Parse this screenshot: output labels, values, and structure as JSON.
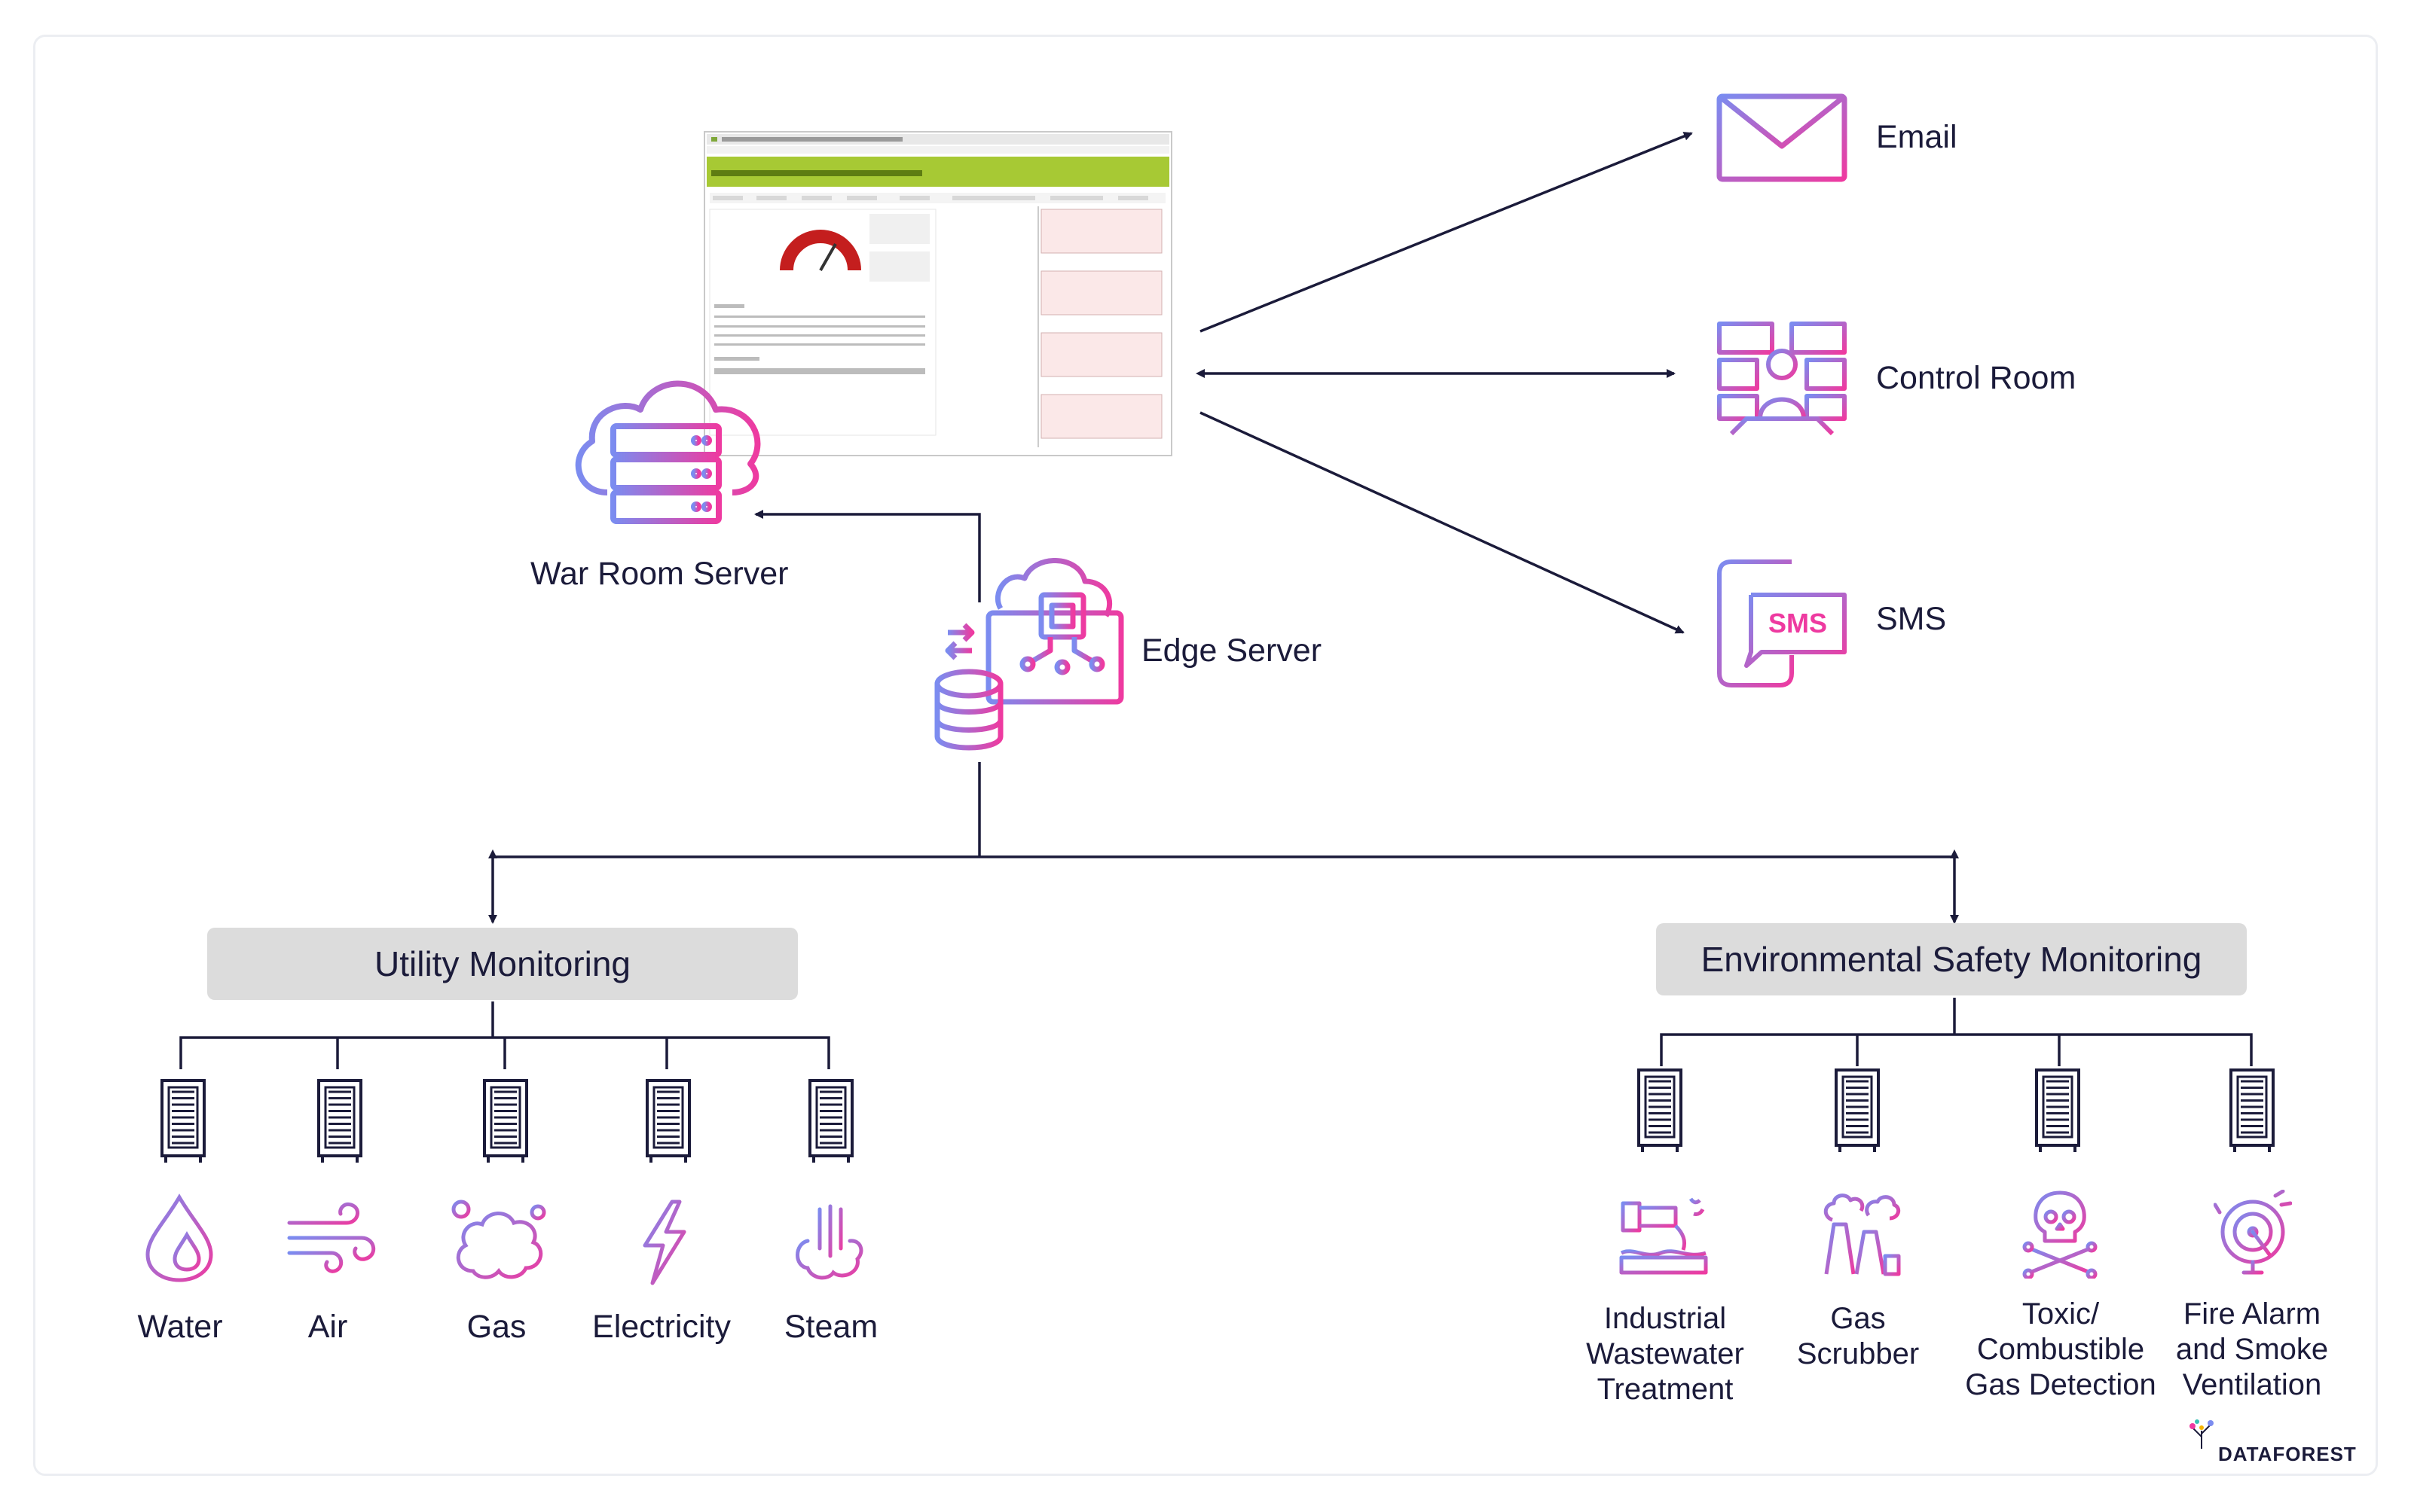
{
  "nodes": {
    "war_room_server": "War Room Server",
    "edge_server": "Edge Server",
    "email": "Email",
    "control_room": "Control Room",
    "sms": "SMS",
    "sms_badge": "SMS"
  },
  "groups": {
    "utility": {
      "title": "Utility Monitoring",
      "items": [
        {
          "label": "Water",
          "icon": "water-drop-icon"
        },
        {
          "label": "Air",
          "icon": "wind-icon"
        },
        {
          "label": "Gas",
          "icon": "gas-cloud-icon"
        },
        {
          "label": "Electricity",
          "icon": "lightning-icon"
        },
        {
          "label": "Steam",
          "icon": "steam-icon"
        }
      ]
    },
    "environmental": {
      "title": "Environmental Safety Monitoring",
      "items": [
        {
          "label": "Industrial\nWastewater\nTreatment",
          "icon": "wastewater-pipe-icon"
        },
        {
          "label": "Gas\nScrubber",
          "icon": "factory-chimney-icon"
        },
        {
          "label": "Toxic/\nCombustible\nGas Detection",
          "icon": "skull-crossbones-icon"
        },
        {
          "label": "Fire Alarm\nand Smoke\nVentilation",
          "icon": "alarm-bell-icon"
        }
      ]
    }
  },
  "brand": {
    "name": "DATAFOREST"
  },
  "colors": {
    "gradient_start": "#7b8cf0",
    "gradient_end": "#ee3aa0",
    "line": "#1b1b3a",
    "group_box": "#dcdcdc",
    "screenshot_header": "#a7c934"
  }
}
